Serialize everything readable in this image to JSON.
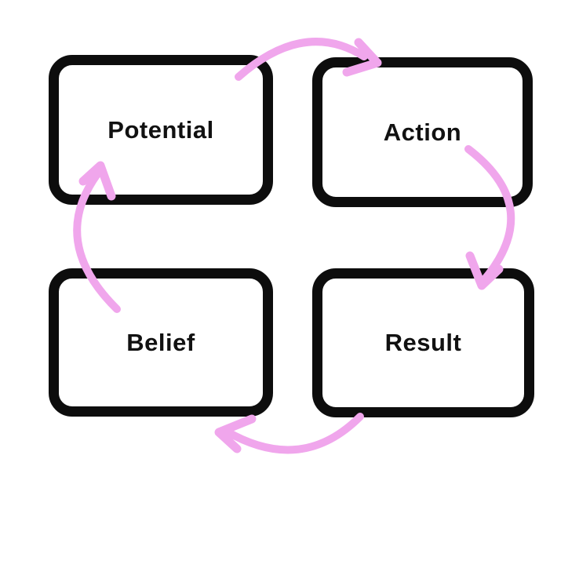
{
  "diagram": {
    "type": "cycle",
    "nodes": [
      {
        "id": "potential",
        "label": "Potential"
      },
      {
        "id": "action",
        "label": "Action"
      },
      {
        "id": "belief",
        "label": "Belief"
      },
      {
        "id": "result",
        "label": "Result"
      }
    ],
    "arrows": [
      {
        "from": "potential",
        "to": "action"
      },
      {
        "from": "action",
        "to": "result"
      },
      {
        "from": "result",
        "to": "belief"
      },
      {
        "from": "belief",
        "to": "potential"
      }
    ],
    "colors": {
      "arrow": "#f0a6ec",
      "box_border": "#0d0d0d",
      "box_fill": "#ffffff",
      "text": "#111111",
      "background": "#ffffff"
    }
  }
}
